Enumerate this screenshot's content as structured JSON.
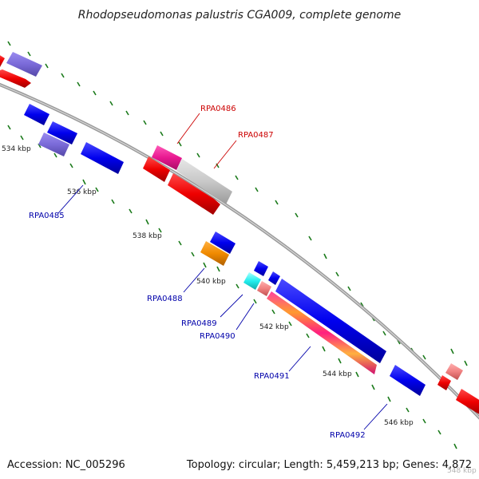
{
  "title": "Rhodopseudomonas palustris CGA009, complete genome",
  "footer": {
    "accession": "Accession: NC_005296",
    "topology": "Topology: circular; Length: 5,459,213 bp; Genes: 4,872"
  },
  "colors": {
    "backbone": "#888888",
    "tick": "#1a7a1a",
    "label_red": "#cc0000",
    "label_blue": "#0000aa"
  },
  "ticks": [
    "534 kbp",
    "536 kbp",
    "538 kbp",
    "540 kbp",
    "542 kbp",
    "544 kbp",
    "546 kbp",
    "548 kbp"
  ],
  "gene_labels": [
    {
      "id": "RPA0485",
      "color": "#0000aa"
    },
    {
      "id": "RPA0486",
      "color": "#cc0000"
    },
    {
      "id": "RPA0487",
      "color": "#cc0000"
    },
    {
      "id": "RPA0488",
      "color": "#0000aa"
    },
    {
      "id": "RPA0489",
      "color": "#0000aa"
    },
    {
      "id": "RPA0490",
      "color": "#0000aa"
    },
    {
      "id": "RPA0491",
      "color": "#0000aa"
    },
    {
      "id": "RPA0492",
      "color": "#0000aa"
    }
  ]
}
